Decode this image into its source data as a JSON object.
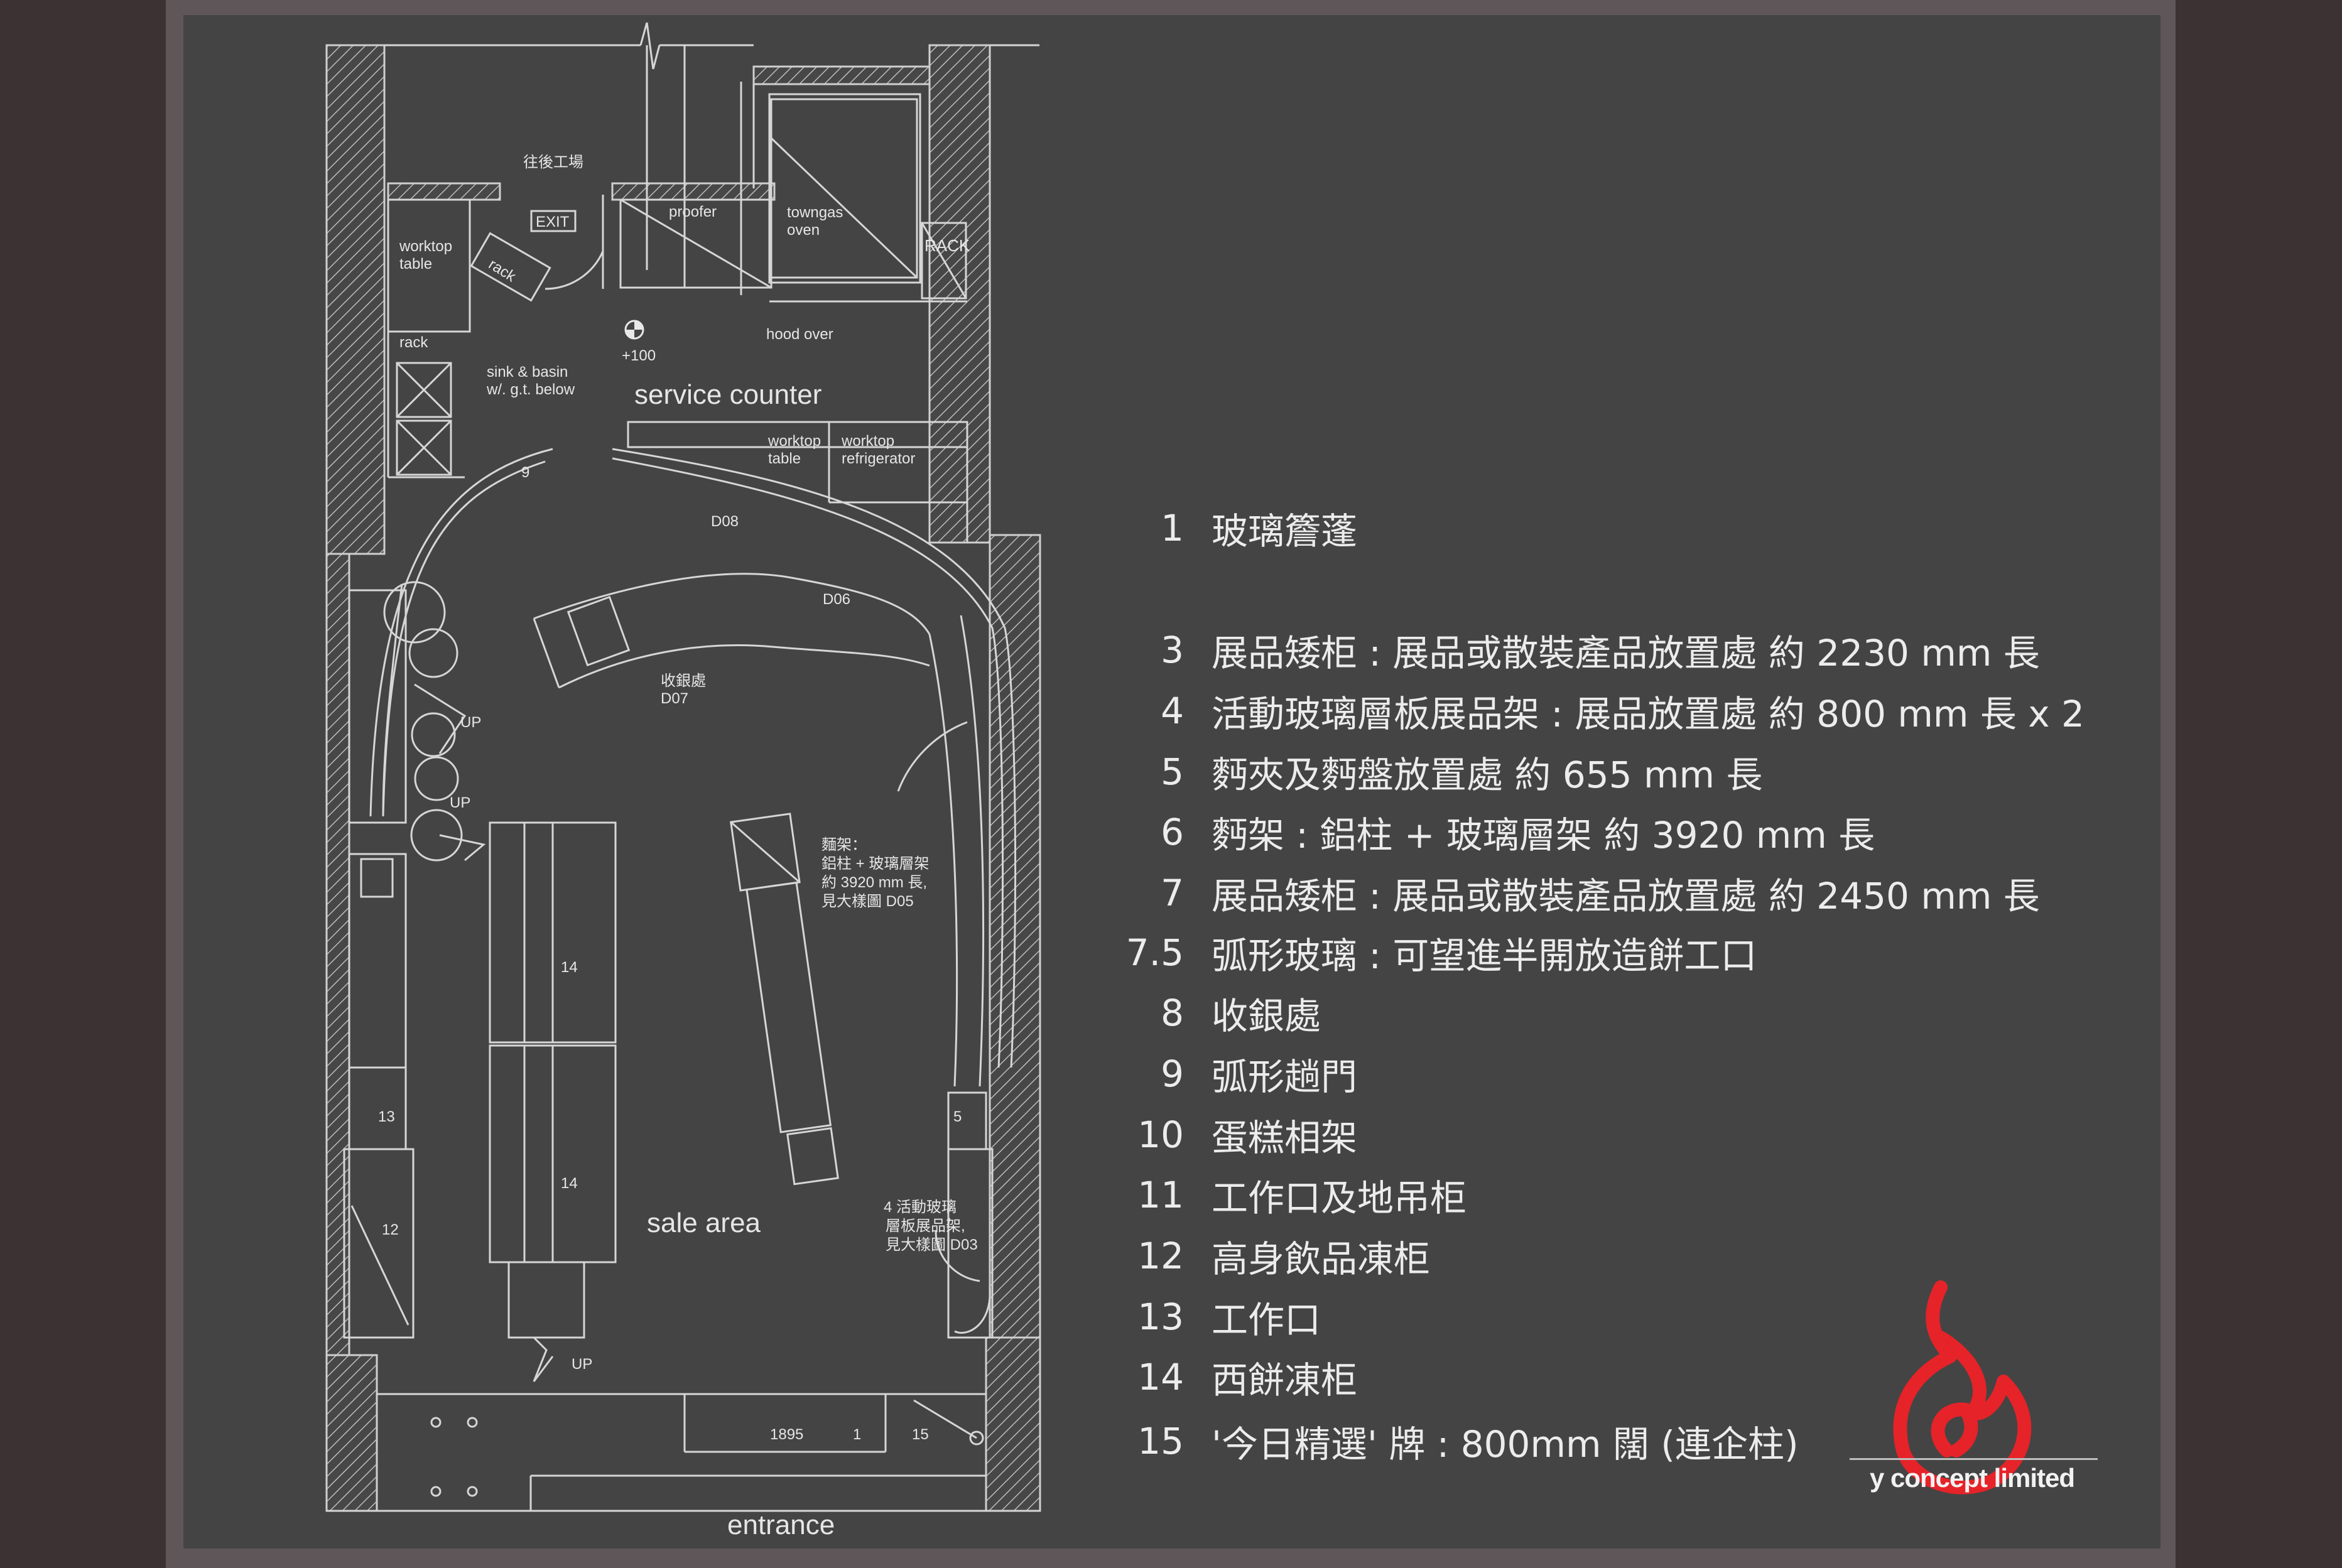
{
  "plan": {
    "labels": {
      "back_to_workshop": "往後工場",
      "exit": "EXIT",
      "proofer": "proofer",
      "towngas_oven_1": "towngas",
      "towngas_oven_2": "oven",
      "rack_upper": "RACK",
      "worktop_table_1a": "worktop",
      "worktop_table_1b": "table",
      "rack_small": "rack",
      "rack_left": "rack",
      "level_mark": "+100",
      "hood_over": "hood over",
      "sink_basin_1": "sink & basin",
      "sink_basin_2": "w/. g.t. below",
      "service_counter": "service counter",
      "worktop_table_2a": "worktop",
      "worktop_table_2b": "table",
      "worktop_fridge_a": "worktop",
      "worktop_fridge_b": "refrigerator",
      "door_9": "9",
      "d08": "D08",
      "d06": "D06",
      "cashier_a": "收銀處",
      "cashier_b": "D07",
      "up_1": "UP",
      "up_2": "UP",
      "up_3": "UP",
      "bread_rack_1": "麵架：",
      "bread_rack_2": "鋁柱 + 玻璃層架",
      "bread_rack_3": "約 3920 mm 長,",
      "bread_rack_4": "見大樣圖  D05",
      "num_14_top": "14",
      "num_14_bottom": "14",
      "num_13": "13",
      "num_12": "12",
      "num_5": "5",
      "sale_area": "sale area",
      "glass_rack_1": "4   活動玻璃",
      "glass_rack_2": "層板展品架,",
      "glass_rack_3": "見大樣圖  D03",
      "dim_1895": "1895",
      "num_1": "1",
      "num_15": "15",
      "entrance": "entrance"
    }
  },
  "legend": [
    {
      "num": "1",
      "text": "玻璃簷蓬"
    },
    {
      "num": "3",
      "text": "展品矮柜 : 展品或散裝產品放置處  約 2230 mm 長"
    },
    {
      "num": "4",
      "text": "活動玻璃層板展品架 : 展品放置處  約 800 mm 長 x 2"
    },
    {
      "num": "5",
      "text": "麪夾及麪盤放置處  約 655 mm 長"
    },
    {
      "num": "6",
      "text": "麪架 : 鋁柱 + 玻璃層架  約 3920 mm 長"
    },
    {
      "num": "7",
      "text": "展品矮柜 : 展品或散裝產品放置處  約 2450 mm 長"
    },
    {
      "num": "7.5",
      "text": "弧形玻璃 : 可望進半開放造餅工口"
    },
    {
      "num": "8",
      "text": "收銀處"
    },
    {
      "num": "9",
      "text": "弧形趟門"
    },
    {
      "num": "10",
      "text": "蛋糕相架"
    },
    {
      "num": "11",
      "text": "工作口及地吊柜"
    },
    {
      "num": "12",
      "text": "高身飲品凍柜"
    },
    {
      "num": "13",
      "text": "工作口"
    },
    {
      "num": "14",
      "text": "西餅凍柜"
    },
    {
      "num": "15",
      "text": "'今日精選' 牌 : 800mm 闊 (連企柱)"
    }
  ],
  "brand": {
    "company": "y concept limited",
    "logo_color": "#e52329"
  }
}
